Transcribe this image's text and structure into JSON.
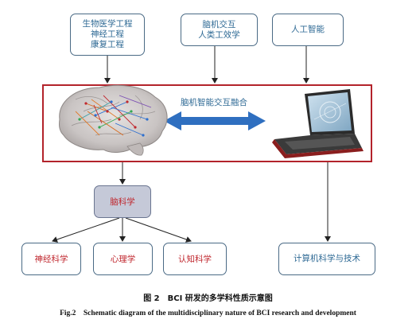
{
  "boxes": {
    "bme": {
      "lines": [
        "生物医学工程",
        "神经工程",
        "康复工程"
      ]
    },
    "hci": {
      "lines": [
        "脑机交互",
        "人类工效学"
      ]
    },
    "ai": {
      "lines": [
        "人工智能"
      ]
    },
    "brain_science": {
      "label": "脑科学"
    },
    "neuroscience": {
      "label": "神经科学"
    },
    "psychology": {
      "label": "心理学"
    },
    "cognitive_science": {
      "label": "认知科学"
    },
    "computer_science": {
      "label": "计算机科学与技术"
    }
  },
  "center_label": "脑机智能交互融合",
  "caption": {
    "cn": "图 2　BCI 研发的多学科性质示意图",
    "en": "Fig.2　Schematic diagram of the multidisciplinary nature of BCI research and development"
  },
  "colors": {
    "frame": "#b3232b",
    "box_border": "#4a6a85",
    "blue_text": "#2f6a95",
    "red_text": "#c0282f",
    "arrow_blue": "#2f6fc0",
    "brain_box_fill": "#c5c9d8"
  }
}
